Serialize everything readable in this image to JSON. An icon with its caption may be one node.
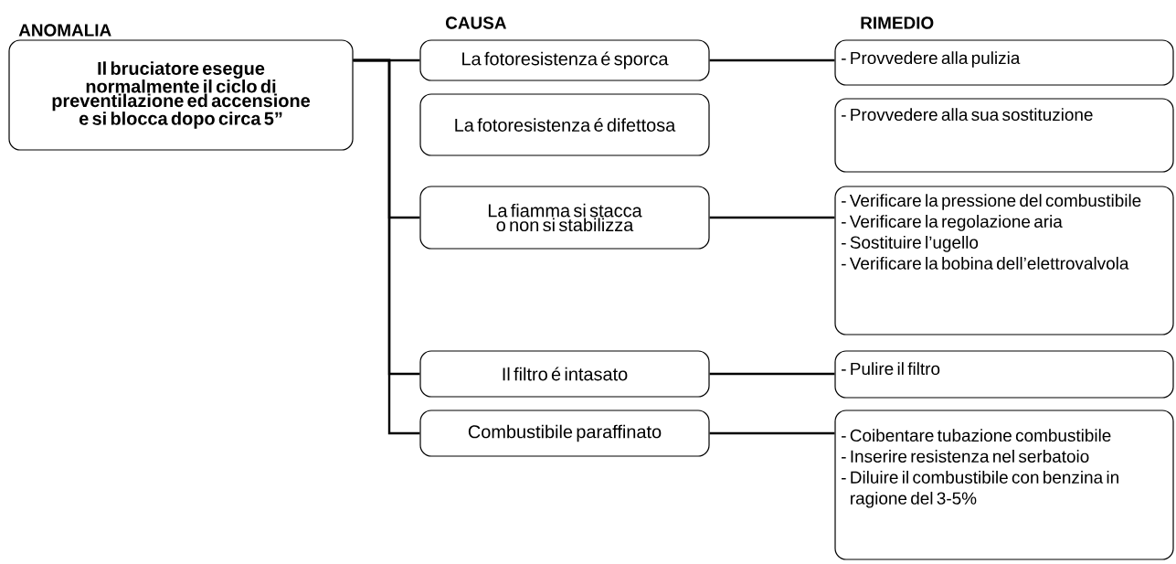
{
  "diagram": {
    "nodes": [
      {
        "text": [
          "Il bruciatore esegue normalmente il ciclo di preventilazione ed accensione e si blocca dopo circa 5”"
        ]
      },
      {
        "text": [
          "La fotoresistenza é sporca"
        ]
      },
      {
        "text": [
          "La fotoresistenza é difettosa"
        ]
      },
      {
        "text": [
          "La fiamma si stacca o non si stabilizza"
        ]
      },
      {
        "text": [
          "Il filtro é intasato"
        ]
      },
      {
        "text": [
          "Combustibile paraffinato"
        ]
      },
      {
        "text": [
          "- Provvedere alla pulizia"
        ]
      },
      {
        "text": [
          "- Provvedere alla sua sostituzione"
        ]
      },
      {
        "text": [
          "- Verificare la pressione del combustibile",
          "- Verificare la regolazione aria",
          "- Sostituire l’ugello",
          "- Verificare la bobina dell’elettrovalvola"
        ]
      },
      {
        "text": [
          "- Pulire il filtro"
        ]
      },
      {
        "text": [
          "- Coibentare tubazione combustibile",
          "- Inserire resistenza nel serbatoio",
          "- Diluire il combustibile con benzina in ragione del 3-5%"
        ]
      }
    ],
    "edges": [
      {
        "from": 0,
        "to": 1,
        "arrow": "none"
      },
      {
        "from": 0,
        "to": 3,
        "arrow": "none"
      },
      {
        "from": 0,
        "to": 4,
        "arrow": "none"
      },
      {
        "from": 0,
        "to": 5,
        "arrow": "none"
      },
      {
        "from": 1,
        "to": 6,
        "arrow": "none"
      },
      {
        "from": 3,
        "to": 8,
        "arrow": "none"
      },
      {
        "from": 4,
        "to": 9,
        "arrow": "none"
      },
      {
        "from": 5,
        "to": 10,
        "arrow": "none"
      }
    ],
    "labels": [
      "ANOMALIA",
      "CAUSA",
      "RIMEDIO"
    ]
  }
}
